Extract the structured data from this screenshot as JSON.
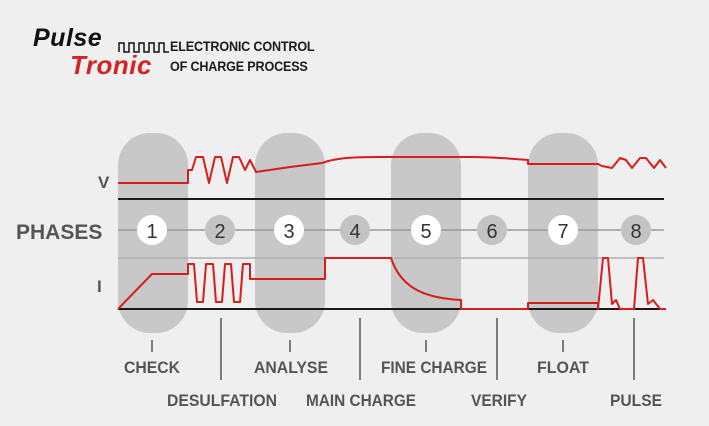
{
  "brand": {
    "word1": "Pulse",
    "word2": "Tronic",
    "tagline1": "ELECTRONIC CONTROL",
    "tagline2": "OF CHARGE PROCESS"
  },
  "axis_labels": {
    "v": "V",
    "phases": "PHASES",
    "i": "I"
  },
  "phases": [
    {
      "number": "1",
      "name": "CHECK",
      "highlighted": true
    },
    {
      "number": "2",
      "name": "DESULFATION",
      "highlighted": false
    },
    {
      "number": "3",
      "name": "ANALYSE",
      "highlighted": true
    },
    {
      "number": "4",
      "name": "MAIN CHARGE",
      "highlighted": false
    },
    {
      "number": "5",
      "name": "FINE CHARGE",
      "highlighted": true
    },
    {
      "number": "6",
      "name": "VERIFY",
      "highlighted": false
    },
    {
      "number": "7",
      "name": "FLOAT",
      "highlighted": true
    },
    {
      "number": "8",
      "name": "PULSE",
      "highlighted": false
    }
  ],
  "colors": {
    "background": "#efefef",
    "pill": "#c8c8c8",
    "badge_gray": "#c3c3c3",
    "curve": "#d71d1d",
    "label": "#555555",
    "logo_red": "#d32424"
  }
}
